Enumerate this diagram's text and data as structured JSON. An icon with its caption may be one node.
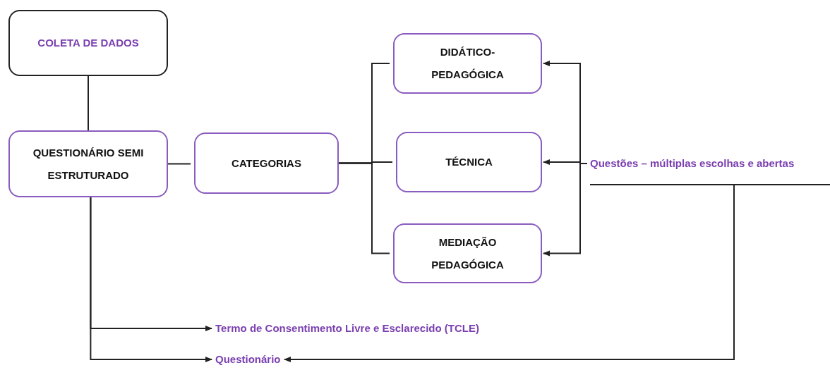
{
  "diagram": {
    "nodes": [
      {
        "text": [
          "COLETA DE DADOS"
        ]
      },
      {
        "text": [
          "QUESTIONÁRIO SEMI ESTRUTURADO"
        ]
      },
      {
        "text": [
          "CATEGORIAS"
        ]
      },
      {
        "text": [
          "DIDÁTICO- PEDAGÓGICA"
        ]
      },
      {
        "text": [
          "TÉCNICA"
        ]
      },
      {
        "text": [
          "MEDIAÇÃO PEDAGÓGICA"
        ]
      },
      {
        "text": [
          "Questões – múltiplas escolhas e abertas"
        ]
      },
      {
        "text": [
          "Termo de Consentimento Livre e Esclarecido (TCLE)"
        ]
      },
      {
        "text": [
          "Questionário"
        ]
      }
    ],
    "edges": [
      {
        "from": 0,
        "to": 1,
        "arrow": "none"
      },
      {
        "from": 1,
        "to": 2,
        "arrow": "none"
      },
      {
        "from": 2,
        "to": 3,
        "arrow": "none"
      },
      {
        "from": 2,
        "to": 4,
        "arrow": "none"
      },
      {
        "from": 2,
        "to": 5,
        "arrow": "none"
      },
      {
        "from": 6,
        "to": 3,
        "arrow": "to"
      },
      {
        "from": 6,
        "to": 4,
        "arrow": "to"
      },
      {
        "from": 6,
        "to": 5,
        "arrow": "to"
      },
      {
        "from": 1,
        "to": 7,
        "arrow": "to"
      },
      {
        "from": 1,
        "to": 8,
        "arrow": "to"
      },
      {
        "from": 6,
        "to": 8,
        "arrow": "to"
      }
    ]
  }
}
